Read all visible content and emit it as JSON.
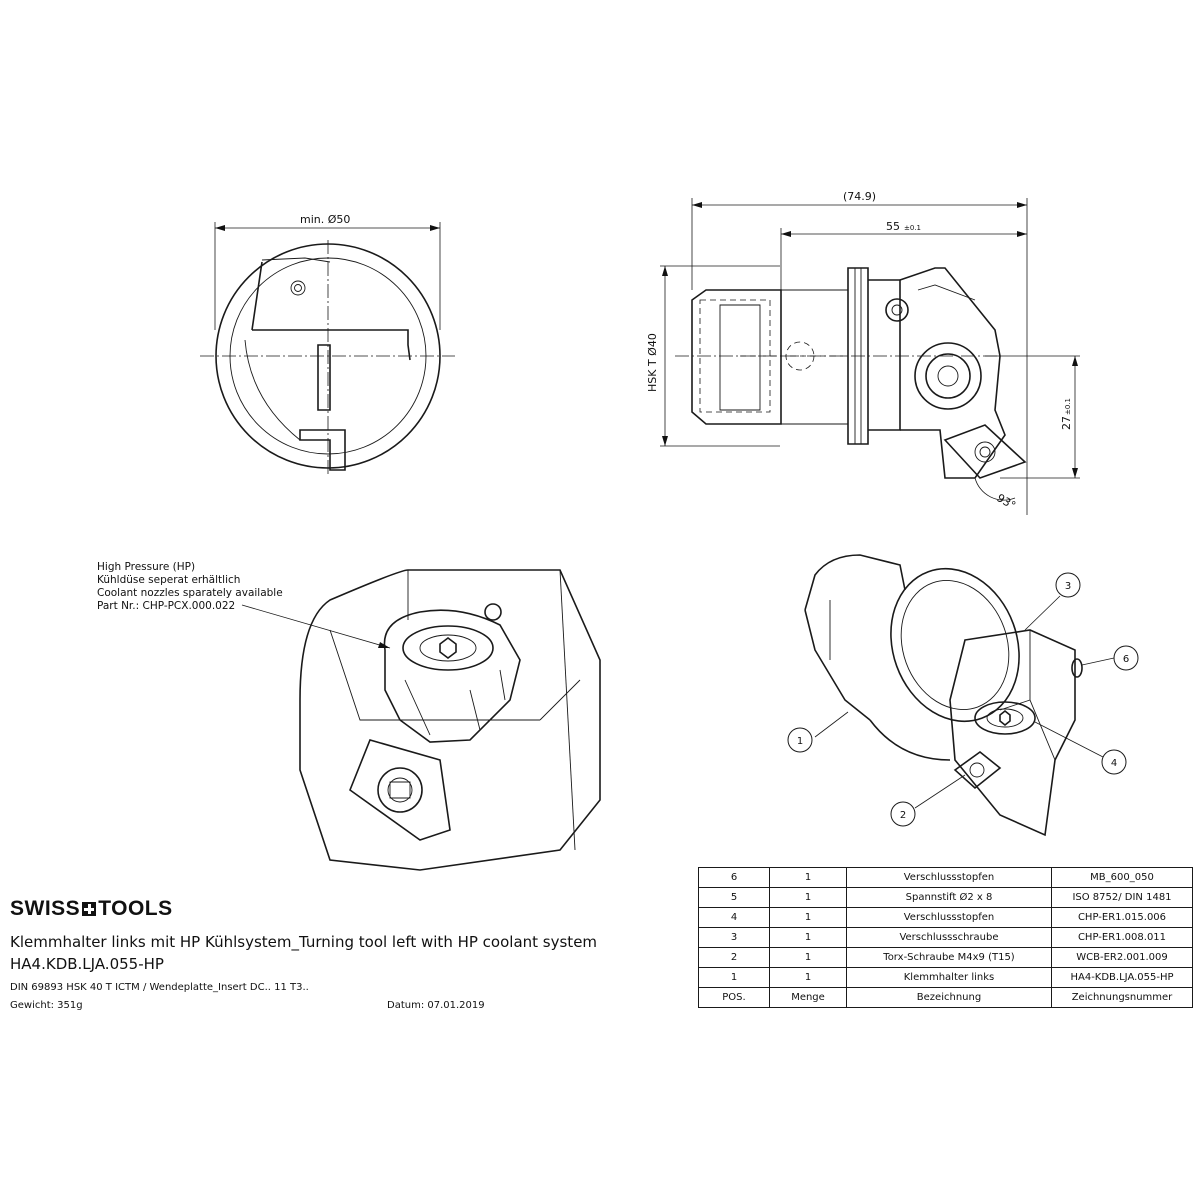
{
  "dimensions": {
    "min_diameter": "min. Ø50",
    "length_total": "(74.9)",
    "length_55": "55",
    "length_55_tol": "±0.1",
    "hsk": "HSK T Ø40",
    "offset_27": "27",
    "offset_27_tol": "±0.1",
    "angle": "93°"
  },
  "annotation": {
    "line1": "High Pressure (HP)",
    "line2": "Kühldüse seperat erhältlich",
    "line3": "Coolant nozzles sparately available",
    "line4": "Part Nr.: CHP-PCX.000.022"
  },
  "balloons": [
    "1",
    "2",
    "3",
    "4",
    "6"
  ],
  "title_block": {
    "brand_left": "SWISS",
    "brand_right": "TOOLS",
    "title_line1": "Klemmhalter links mit HP Kühlsystem_Turning tool left with HP coolant system",
    "title_line2": "HA4.KDB.LJA.055-HP",
    "spec": "DIN 69893 HSK 40 T ICTM / Wendeplatte_Insert DC.. 11 T3..",
    "weight": "Gewicht: 351g",
    "date": "Datum: 07.01.2019"
  },
  "bom": {
    "rows": [
      {
        "pos": "6",
        "qty": "1",
        "name": "Verschlussstopfen",
        "number": "MB_600_050"
      },
      {
        "pos": "5",
        "qty": "1",
        "name": "Spannstift Ø2 x 8",
        "number": "ISO 8752/ DIN 1481"
      },
      {
        "pos": "4",
        "qty": "1",
        "name": "Verschlussstopfen",
        "number": "CHP-ER1.015.006"
      },
      {
        "pos": "3",
        "qty": "1",
        "name": "Verschlussschraube",
        "number": "CHP-ER1.008.011"
      },
      {
        "pos": "2",
        "qty": "1",
        "name": "Torx-Schraube M4x9 (T15)",
        "number": "WCB-ER2.001.009"
      },
      {
        "pos": "1",
        "qty": "1",
        "name": "Klemmhalter links",
        "number": "HA4-KDB.LJA.055-HP"
      }
    ],
    "header": {
      "pos": "POS.",
      "qty": "Menge",
      "name": "Bezeichnung",
      "number": "Zeichnungsnummer"
    }
  }
}
